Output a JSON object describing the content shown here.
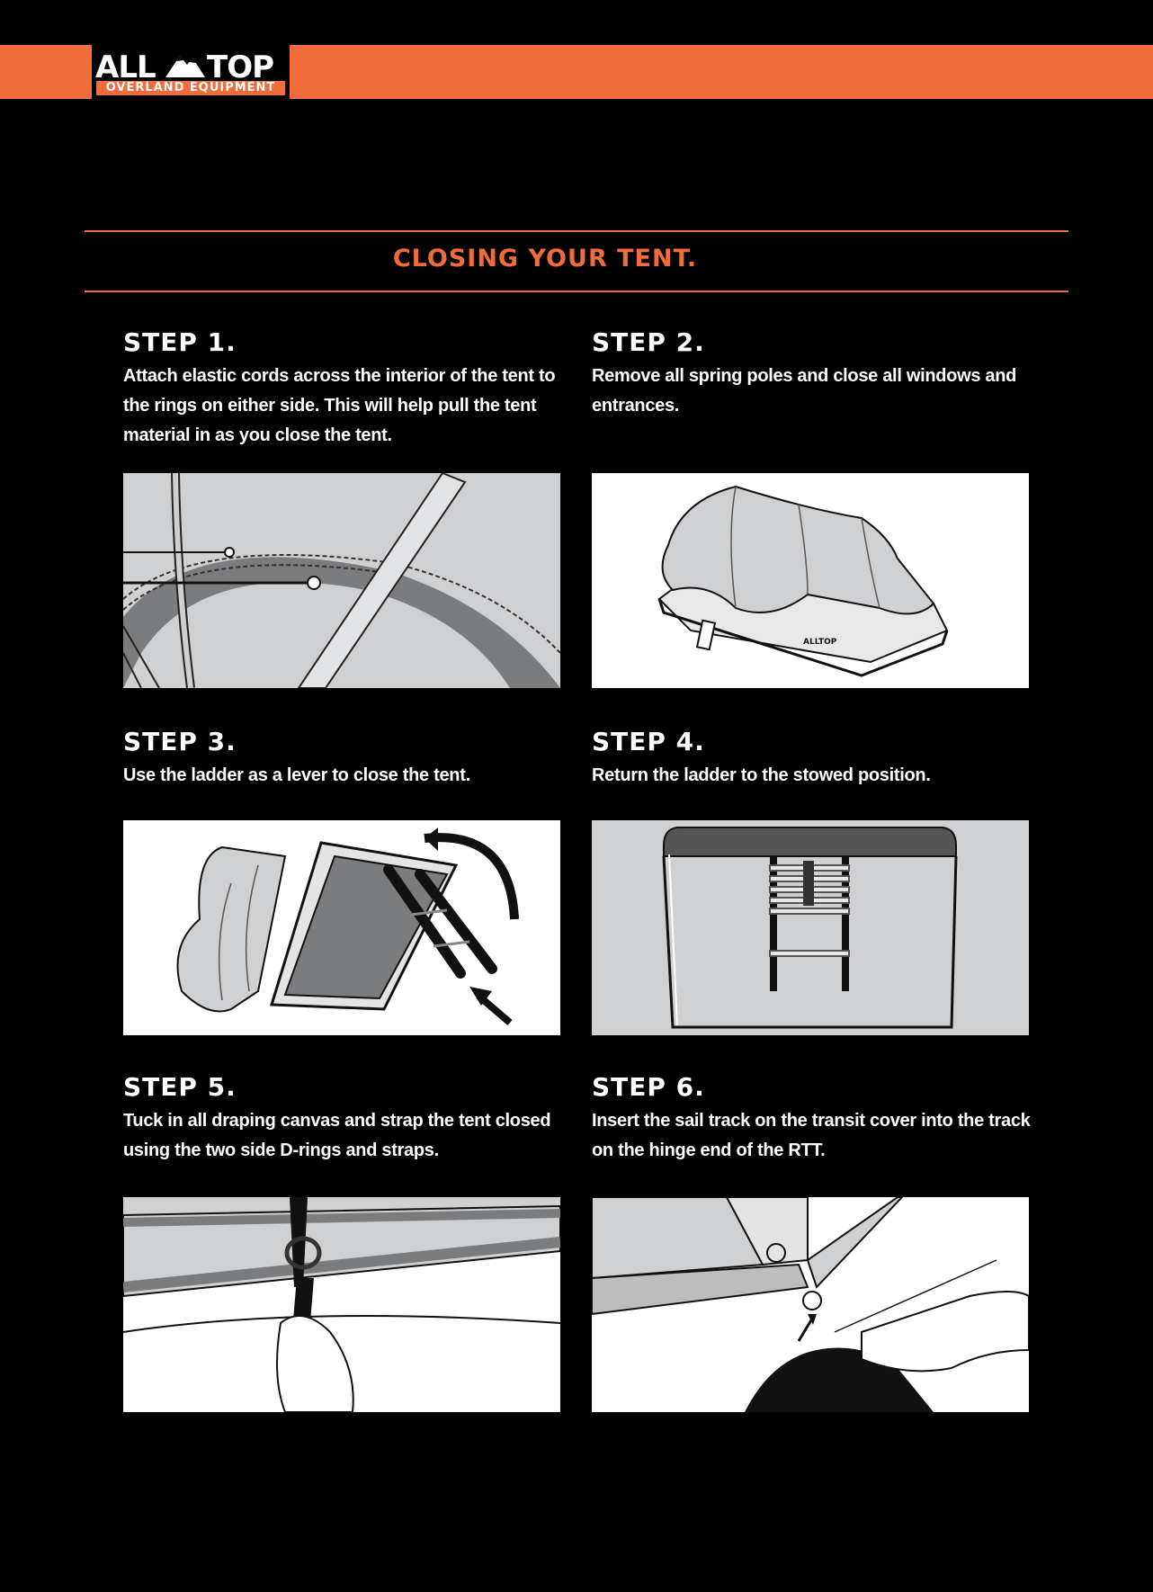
{
  "brand": {
    "logo_text": "ALLTOP",
    "tagline": "OVERLAND EQUIPMENT",
    "colors": {
      "accent": "#f26b3a",
      "background": "#000000",
      "text": "#ffffff",
      "panel_gray": "#cfd0d1"
    }
  },
  "page": {
    "title": "CLOSING YOUR TENT."
  },
  "steps": [
    {
      "heading": "STEP 1.",
      "text": "Attach elastic cords across the interior of the tent to the rings on either side. This will help pull the tent material in as you close the tent."
    },
    {
      "heading": "STEP 2.",
      "text": "Remove all spring poles and close all windows and entrances."
    },
    {
      "heading": "STEP 3.",
      "text": "Use the ladder as a lever to close the tent."
    },
    {
      "heading": "STEP 4.",
      "text": "Return the ladder to the stowed position."
    },
    {
      "heading": "STEP 5.",
      "text": "Tuck in all draping canvas and strap the tent closed using the two side D-rings and straps."
    },
    {
      "heading": "STEP 6.",
      "text": "Insert the sail track on the transit cover into the track on the hinge end of the RTT."
    }
  ]
}
